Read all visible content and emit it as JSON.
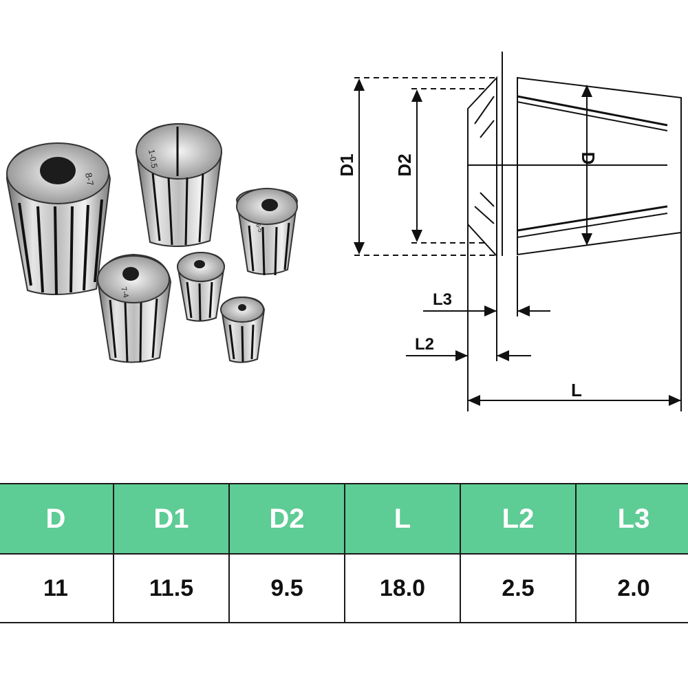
{
  "drawing": {
    "labels": {
      "d1": "D1",
      "d2": "D2",
      "d": "D",
      "l3": "L3",
      "l2": "L2",
      "l": "L"
    }
  },
  "collet_markings": [
    "8-7",
    "1-0.5",
    "6-5",
    "7-4"
  ],
  "spec_table": {
    "headers": {
      "d": "D",
      "d1": "D1",
      "d2": "D2",
      "l": "L",
      "l2": "L2",
      "l3": "L3"
    },
    "values": {
      "d": "11",
      "d1": "11.5",
      "d2": "9.5",
      "l": "18.0",
      "l2": "2.5",
      "l3": "2.0"
    }
  },
  "colors": {
    "header_green": "#5ecc95",
    "line": "#1a1a1a"
  }
}
